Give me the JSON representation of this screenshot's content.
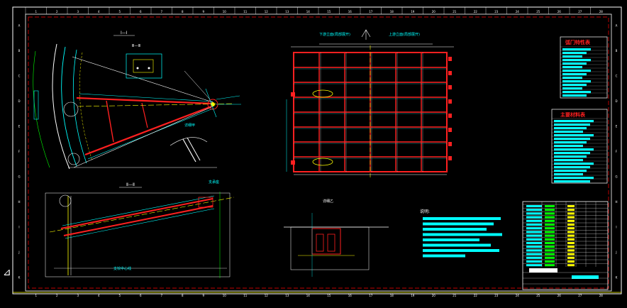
{
  "drawing": {
    "views": {
      "section_1": "Ⅰ—Ⅰ",
      "section_2": "Ⅱ—Ⅱ",
      "section_3": "Ⅲ—Ⅲ"
    },
    "elevation_labels": {
      "left": "下游立面(局部展开)",
      "right": "上游立面(局部展开)"
    },
    "detail_labels": {
      "detail_a": "详细甲",
      "detail_b": "详细乙",
      "support_center": "支铰中心线",
      "anchor_note": "支承座"
    },
    "notes_title": "说明:",
    "tables": {
      "characteristics_title": "弧门特性表",
      "materials_title": "主要材料表"
    },
    "colors": {
      "frame": "#ffffff",
      "border": "#ff0000",
      "cyan": "#00ffff",
      "red": "#ff2020",
      "yellow": "#ffff00",
      "green": "#00ff00",
      "magenta": "#ff00ff"
    },
    "border_top_marks": [
      "1",
      "2",
      "3",
      "4",
      "5",
      "6",
      "7",
      "8",
      "9",
      "10",
      "11",
      "12",
      "13",
      "14",
      "15",
      "16",
      "17",
      "18",
      "19",
      "20",
      "21",
      "22",
      "23",
      "24",
      "25",
      "26",
      "27",
      "28"
    ],
    "border_side_marks": [
      "A",
      "B",
      "C",
      "D",
      "E",
      "F",
      "G",
      "H",
      "I",
      "J",
      "K"
    ]
  }
}
